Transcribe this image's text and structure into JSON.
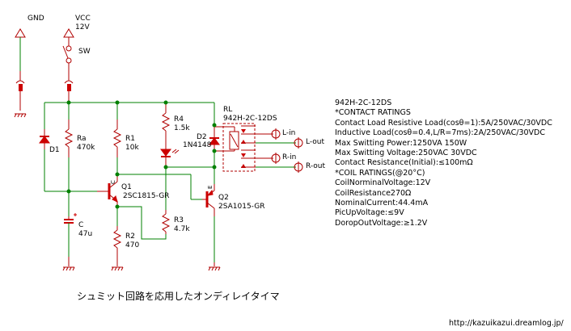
{
  "power": {
    "gnd_label": "GND",
    "vcc_label": "VCC",
    "vcc_value": "12V",
    "switch_label": "SW"
  },
  "components": {
    "d1": {
      "name": "D1"
    },
    "ra": {
      "name": "Ra",
      "value": "470k"
    },
    "r1": {
      "name": "R1",
      "value": "10k"
    },
    "r4": {
      "name": "R4",
      "value": "1.5k"
    },
    "d2": {
      "name": "D2",
      "value": "1N4148"
    },
    "relay": {
      "name": "RL",
      "value": "942H-2C-12DS"
    },
    "q1": {
      "name": "Q1",
      "value": "2SC1815-GR",
      "pin_c": "C"
    },
    "q2": {
      "name": "Q2",
      "value": "2SA1015-GR",
      "pin_e": "E"
    },
    "c": {
      "name": "C",
      "value": "47u"
    },
    "r2": {
      "name": "R2",
      "value": "470"
    },
    "r3": {
      "name": "R3",
      "value": "4.7k"
    }
  },
  "terminals": [
    "L-in",
    "L-out",
    "R-in",
    "R-out"
  ],
  "specs": [
    "942H-2C-12DS",
    "*CONTACT RATINGS",
    "Contact Load Resistive Load(cosθ=1):5A/250VAC/30VDC",
    "Inductive Load(cosθ=0.4,L/R=7ms):2A/250VAC/30VDC",
    "Max Switting Power:1250VA 150W",
    "Max Switting Voltage:250VAC 30VDC",
    "Contact Resistance(Initial):≤100mΩ",
    "*COIL RATINGS(@20°C)",
    "CoilNorminalVoltage:12V",
    "CoilResistance270Ω",
    "NominalCurrent:44.4mA",
    "PicUpVoltage:≤9V",
    "DoropOutVoltage:≥1.2V"
  ],
  "caption": "シュミット回路を応用したオンディレイタイマ",
  "url": "http://kazuikazui.dreamlog.jp/",
  "colors": {
    "wire": "#008000",
    "part": "#b00000",
    "node": "#008000",
    "fill": "#cc0000"
  }
}
